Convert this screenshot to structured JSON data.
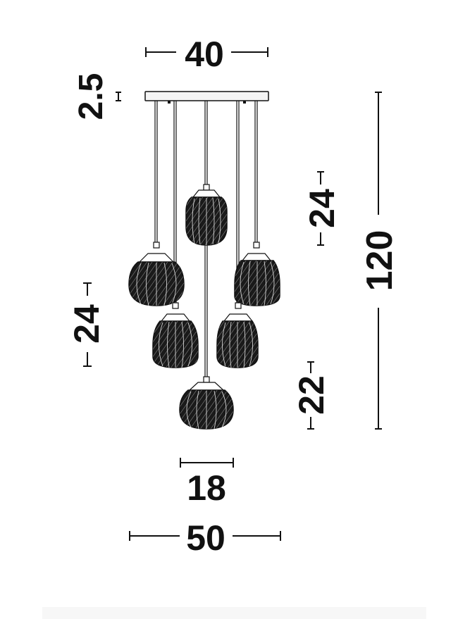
{
  "dimensions": {
    "canopy_width": "40",
    "canopy_height": "2.5",
    "shade_height_left": "24",
    "shade_height_right": "24",
    "total_height": "120",
    "lower_shade_height": "22",
    "shade_diameter": "18",
    "total_width": "50"
  },
  "colors": {
    "line": "#111111",
    "canopy_fill": "#f4f4f4",
    "shade_fill": "#1a1a1a",
    "shade_pattern": "#ffffff"
  }
}
